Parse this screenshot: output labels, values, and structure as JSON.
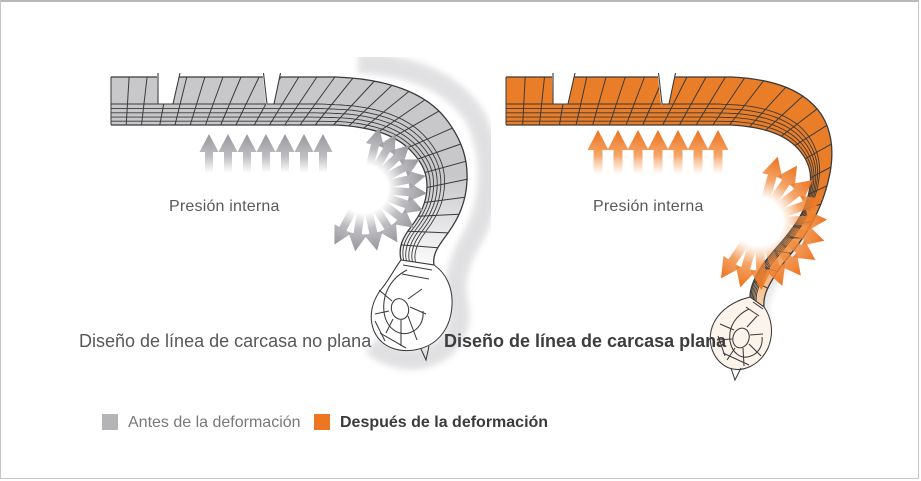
{
  "left_diagram": {
    "pressure_label": "Presión interna",
    "caption": "Diseño de línea de carcasa no plana"
  },
  "right_diagram": {
    "pressure_label": "Presión interna",
    "caption": "Diseño de línea de carcasa plana"
  },
  "legend": {
    "before_label": "Antes de la deformación",
    "after_label": "Después de la deformación",
    "before_color": "#b4b4b7",
    "after_color": "#ed7623"
  },
  "colors": {
    "mesh_line": "#3a3a3a",
    "tread_gray": "#c8c8cb",
    "tread_orange": "#ea7d27",
    "arrow_gray": "#9b9ba1",
    "arrow_orange": "#ee7623",
    "ghost_gray": "#d8d8db",
    "text_gray": "#58595b",
    "text_dark": "#3d3d3f",
    "card_border": "#c6c6c8"
  }
}
